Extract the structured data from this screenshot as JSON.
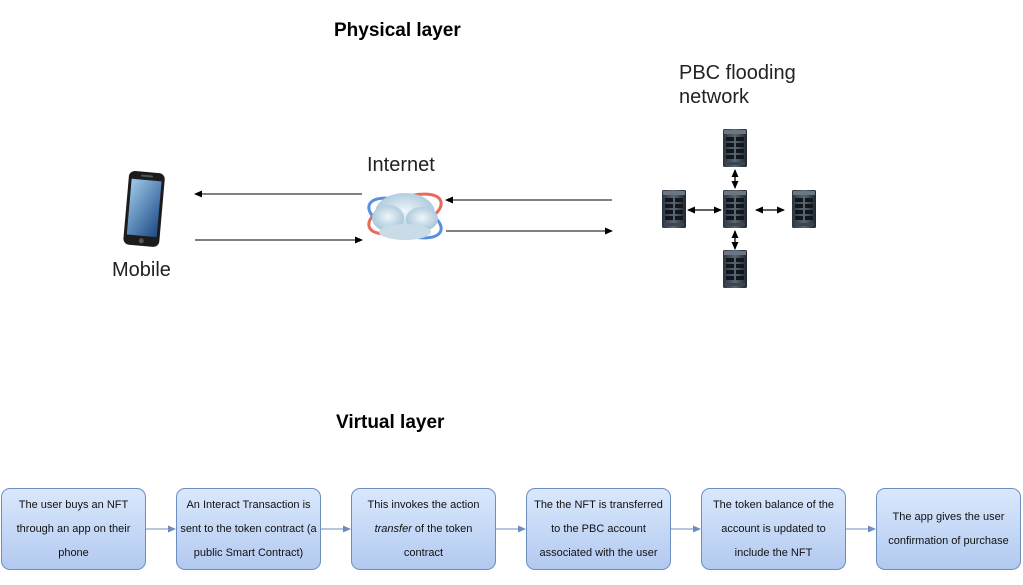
{
  "physical_title": "Physical layer",
  "virtual_title": "Virtual layer",
  "nodes": {
    "mobile": "Mobile",
    "internet": "Internet",
    "pbc_line1": "PBC flooding",
    "pbc_line2": "network"
  },
  "steps": [
    {
      "text": "The user buys an NFT through an app on their phone"
    },
    {
      "text": "An Interact Transaction is sent to the token contract (a public Smart Contract)"
    },
    {
      "pre": "This invokes the action ",
      "emph": "transfer",
      "post": " of the token contract"
    },
    {
      "text": "The the NFT is transferred to the PBC account associated with the user"
    },
    {
      "text": "The token balance of the account is updated to include the NFT"
    },
    {
      "text": "The app gives the user confirmation of purchase"
    }
  ],
  "colors": {
    "step_fill_top": "#dae8fc",
    "step_fill_bottom": "#b2c9f0",
    "step_border": "#6c8ebf",
    "connector": "#6c8ebf"
  },
  "icons": [
    "smartphone-icon",
    "internet-cloud-icon",
    "server-icon"
  ]
}
